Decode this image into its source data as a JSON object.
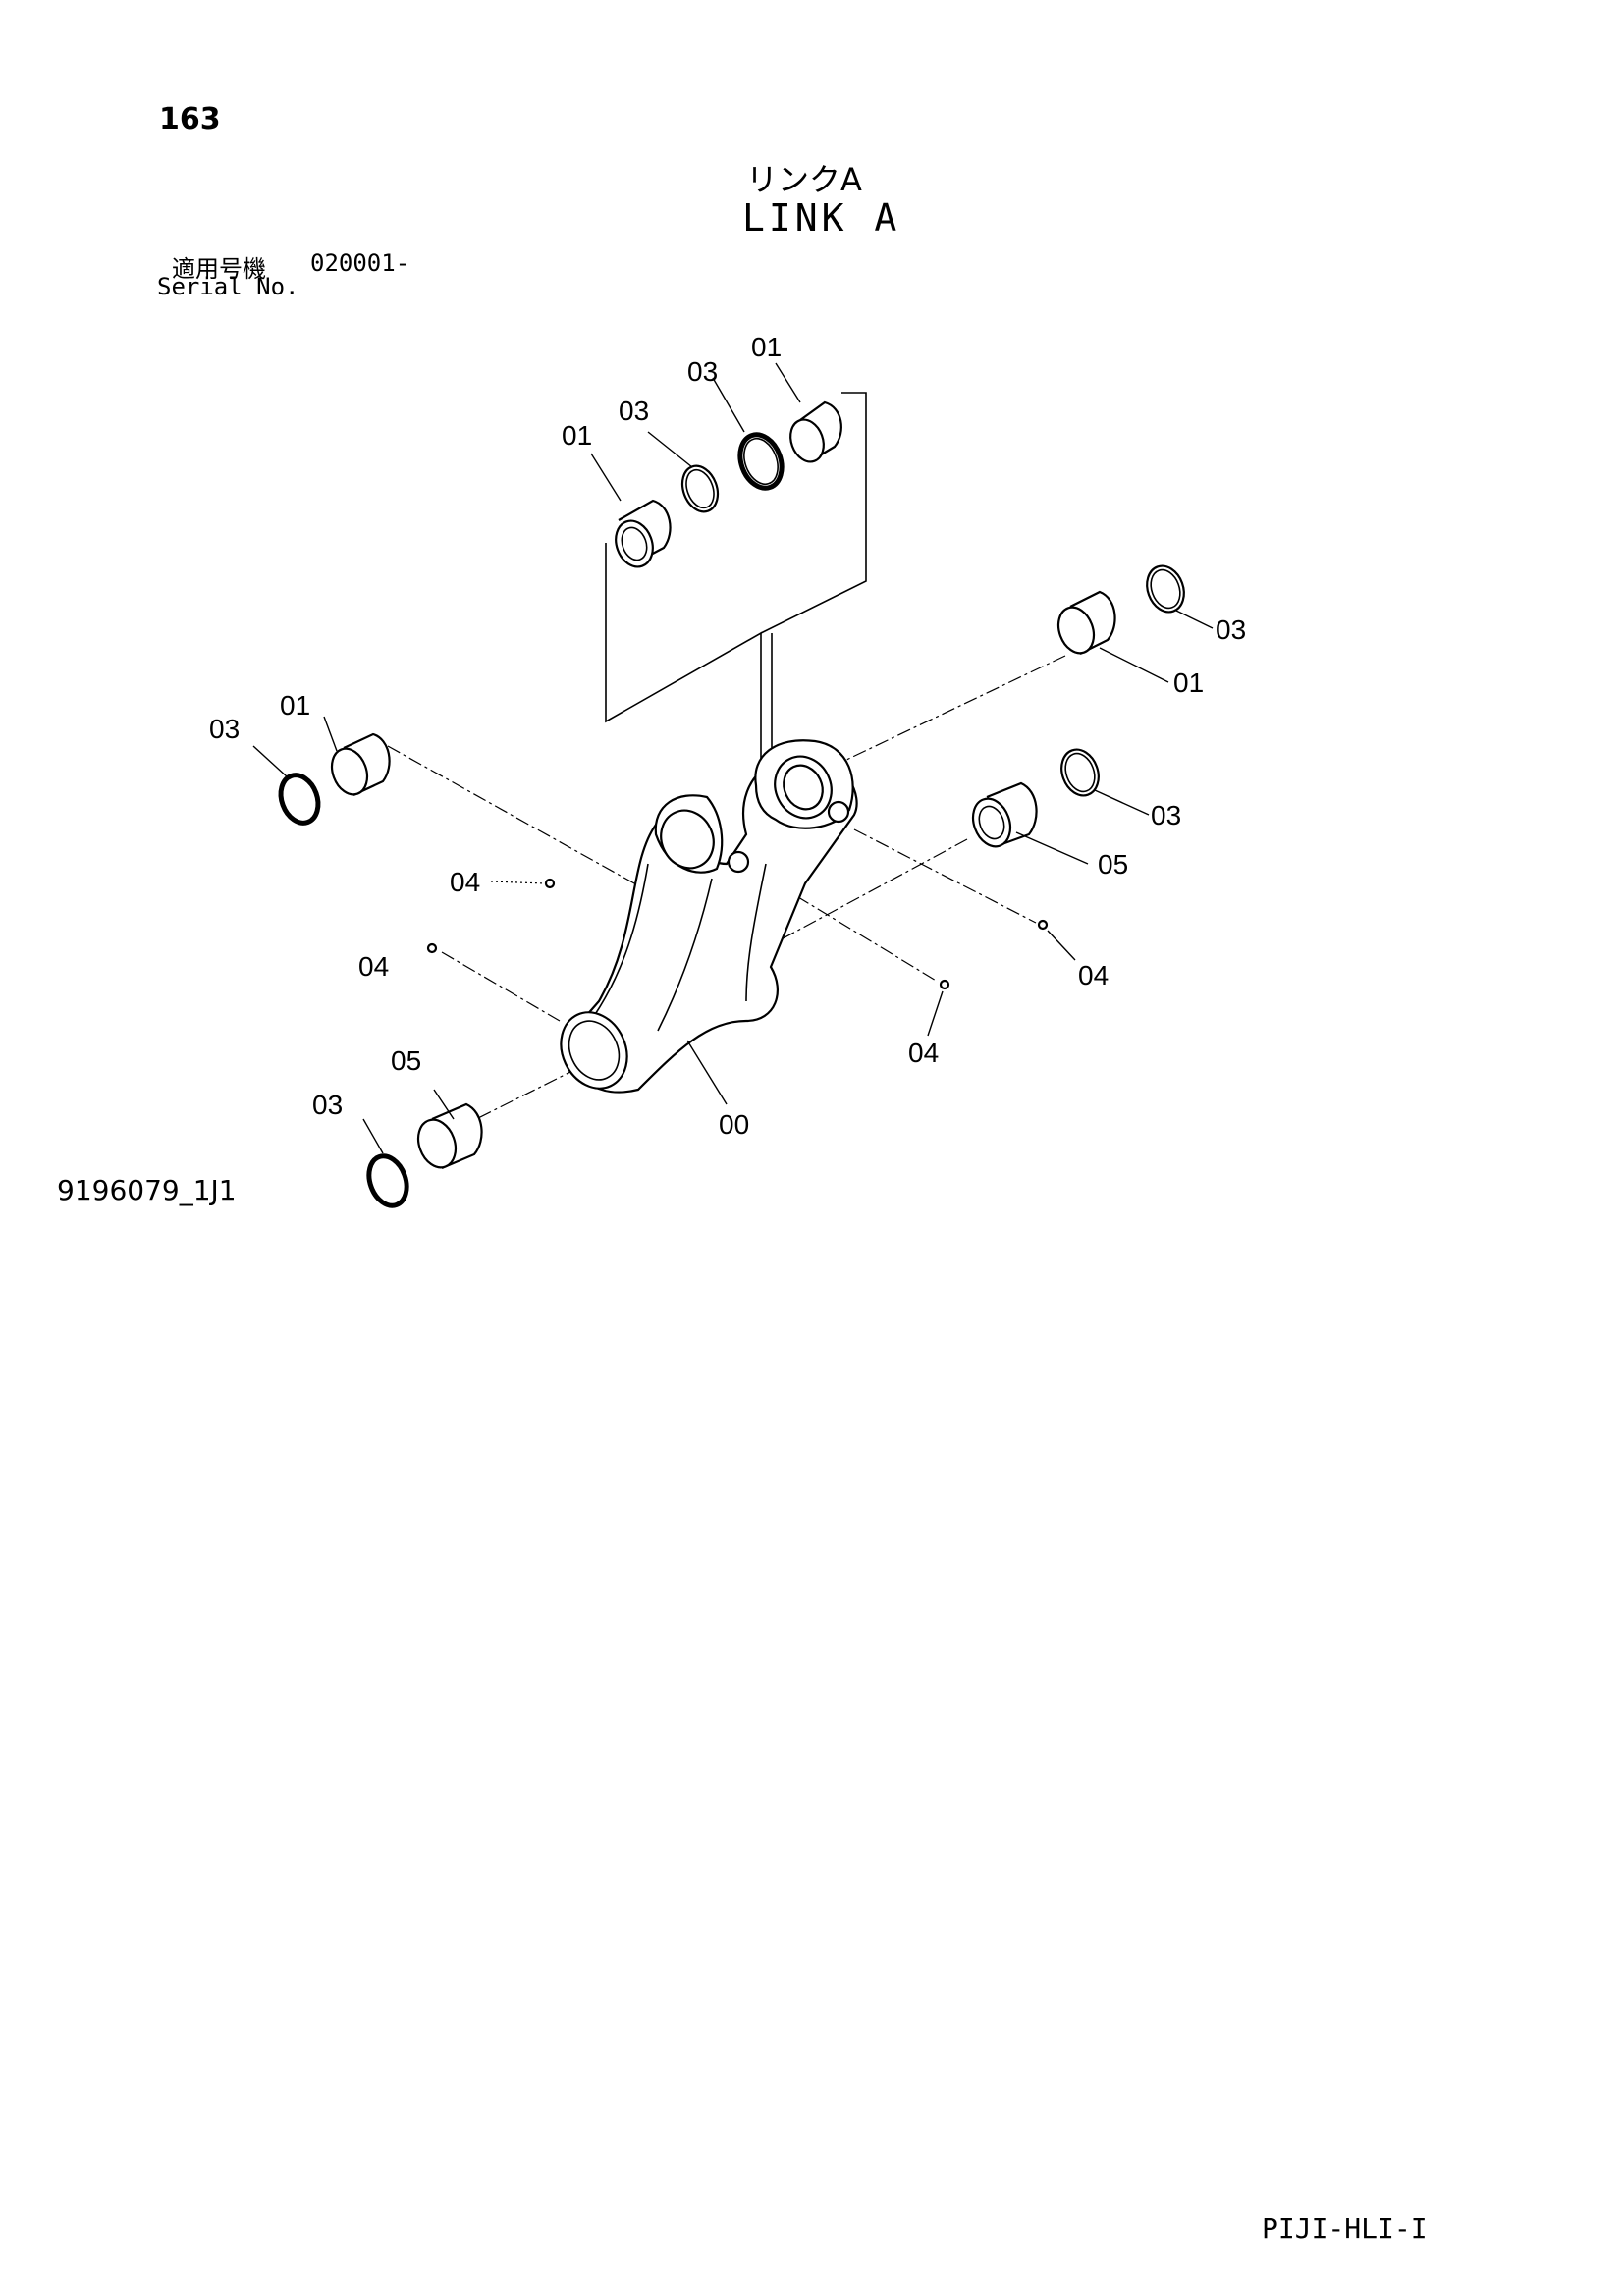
{
  "page": {
    "number": "163",
    "title_jp": "リンクA",
    "title_en": "LINK A",
    "serial_label_jp": "適用号機",
    "serial_range": "020001-",
    "serial_label_en": "Serial No.",
    "drawing_number": "9196079_1J1",
    "footer_code": "PIJI-HLI-I"
  },
  "callouts": {
    "c01_top_right": "01",
    "c03_top_mid": "03",
    "c03_top_left": "03",
    "c01_top_left": "01",
    "c03_right_top": "03",
    "c01_right": "01",
    "c03_left": "03",
    "c01_left": "01",
    "c03_right_mid": "03",
    "c05_right": "05",
    "c04_left_upper": "04",
    "c04_left_lower": "04",
    "c04_right_upper": "04",
    "c04_right_lower": "04",
    "c05_left": "05",
    "c03_bottom": "03",
    "c00": "00"
  }
}
